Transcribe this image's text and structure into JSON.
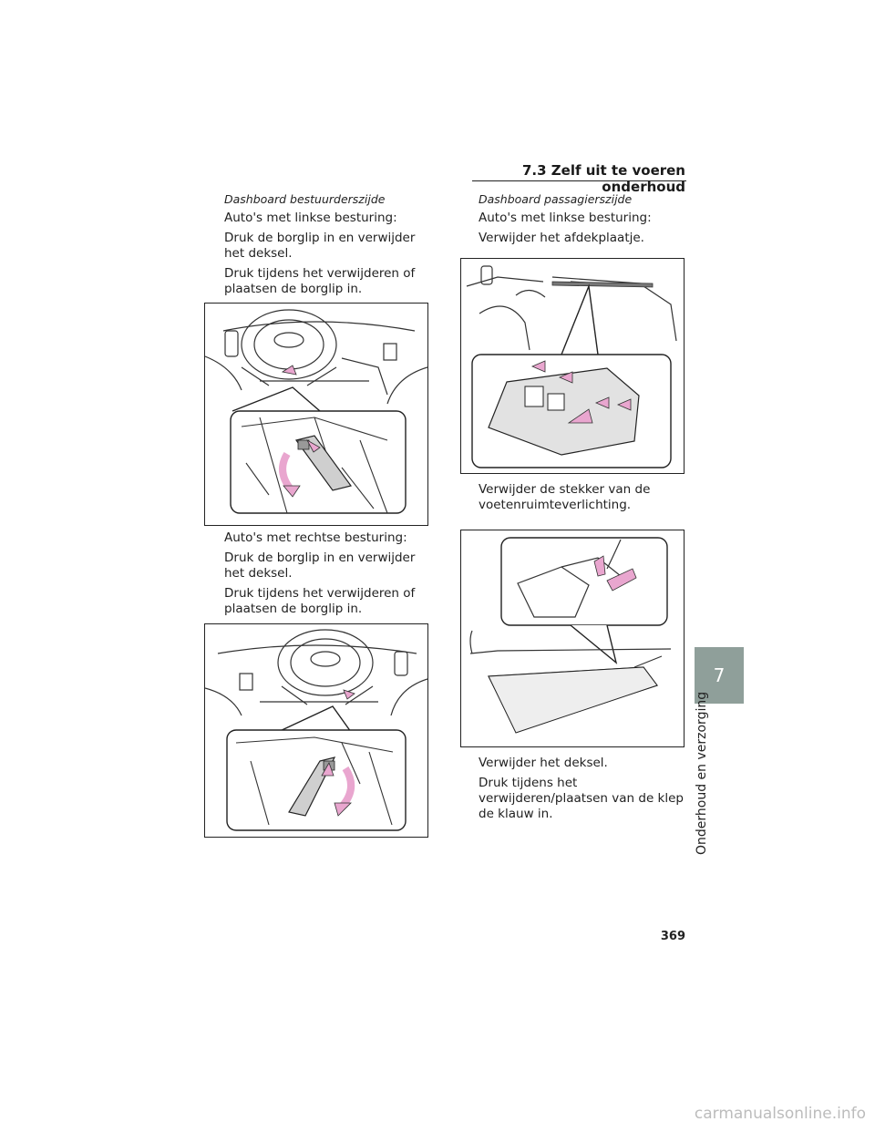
{
  "header": {
    "section_title": "7.3  Zelf uit te voeren onderhoud"
  },
  "left": {
    "subtitle": "Dashboard bestuurderszijde",
    "lhd_heading": "Auto's met linkse besturing:",
    "lhd_step1": "Druk de borglip in en verwijder het deksel.",
    "lhd_step2": "Druk tijdens het verwijderen of plaatsen de borglip in.",
    "rhd_heading": "Auto's met rechtse besturing:",
    "rhd_step1": "Druk de borglip in en verwijder het deksel.",
    "rhd_step2": "Druk tijdens het verwijderen of plaatsen de borglip in."
  },
  "right": {
    "subtitle": "Dashboard passagierszijde",
    "lhd_heading": "Auto's met linkse besturing:",
    "step1": "Verwijder het afdekplaatje.",
    "step2": "Verwijder de stekker van de voetenruimteverlichting.",
    "step3": "Verwijder het deksel.",
    "step4": "Druk tijdens het verwijderen/plaatsen van de klep de klauw in."
  },
  "side_tab": {
    "chapter_number": "7",
    "chapter_title": "Onderhoud en verzorging",
    "color": "#8f9f9a"
  },
  "accent": {
    "arrow_color": "#e9a6cf"
  },
  "footer": {
    "page_number": "369",
    "watermark": "carmanualsonline.info"
  }
}
